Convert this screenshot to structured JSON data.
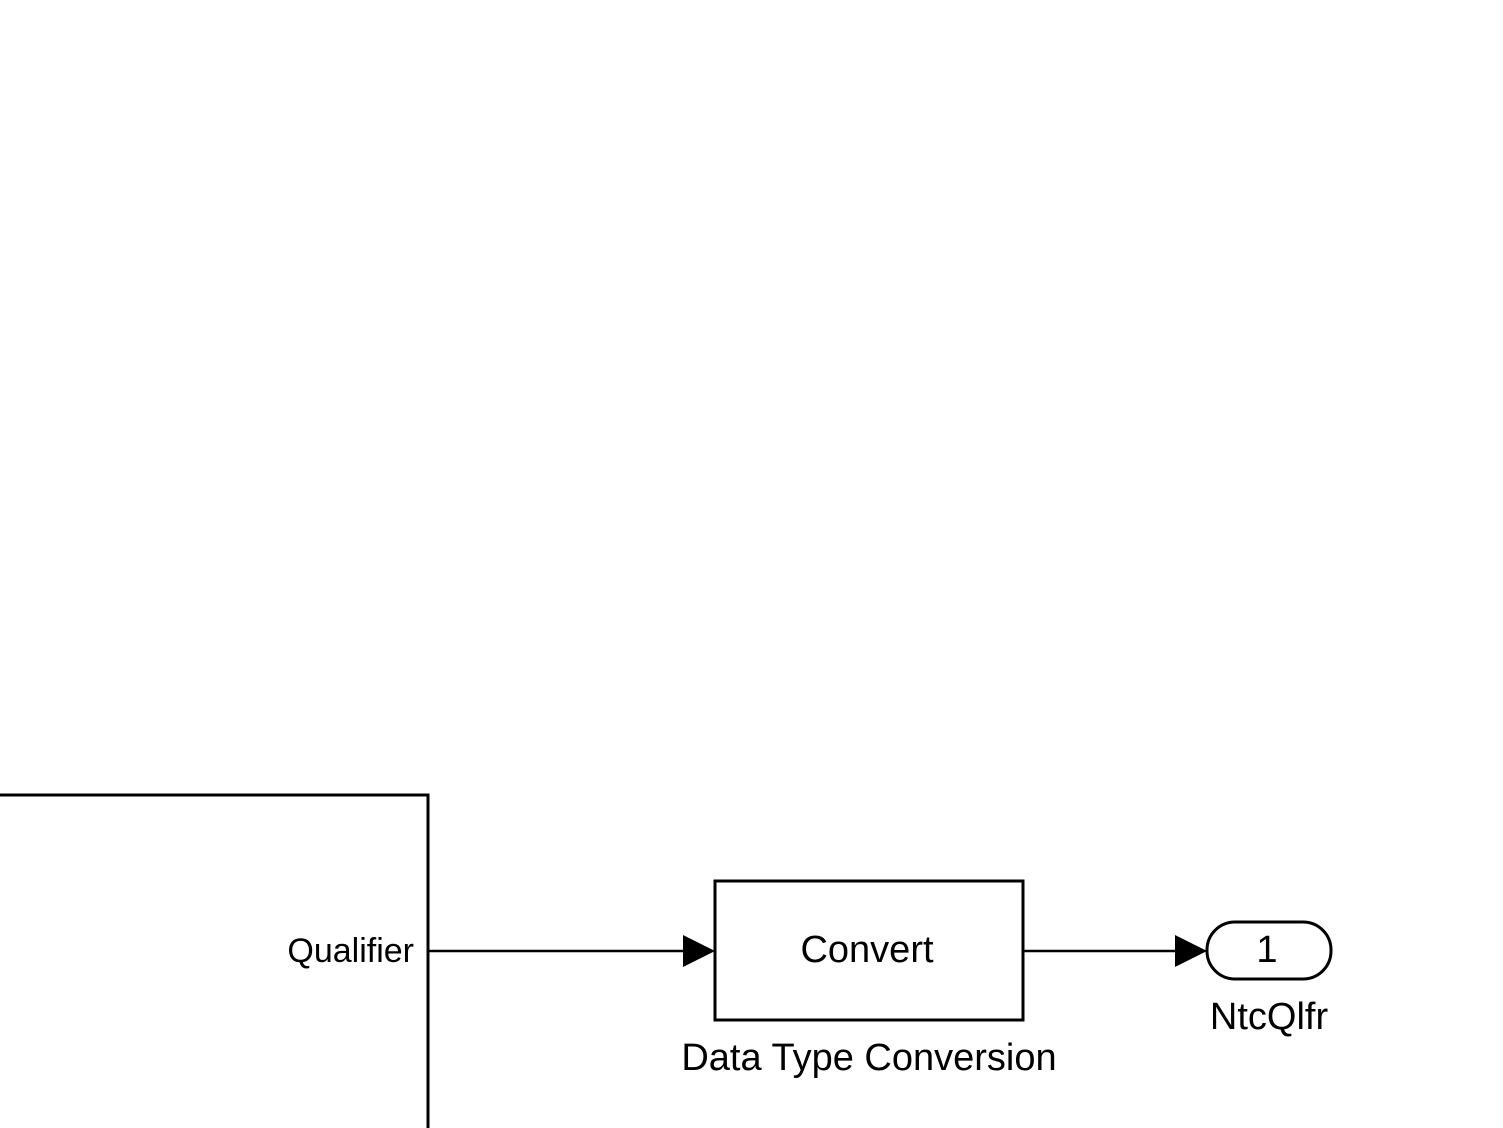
{
  "diagram": {
    "subsystem": {
      "output_port_label": "Qualifier"
    },
    "conversion_block": {
      "text": "Convert",
      "name": "Data Type Conversion"
    },
    "outport_block": {
      "number": "1",
      "name": "NtcQlfr"
    }
  },
  "colors": {
    "background": "#ffffff",
    "stroke": "#000000"
  }
}
